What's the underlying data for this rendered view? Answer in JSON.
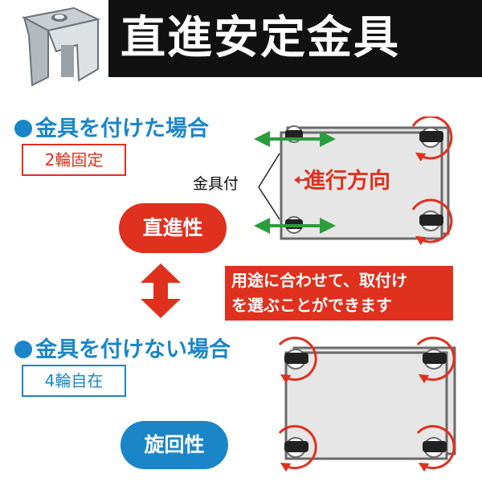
{
  "header": {
    "title": "直進安定金具"
  },
  "with_bracket": {
    "heading": "金具を付けた場合",
    "badge": "2輪固定",
    "pill": "直進性",
    "bracket_label": "金具付",
    "direction_label": "進行方向",
    "direction_arrow_icon": "left-arrow-icon"
  },
  "note": {
    "line1": "用途に合わせて、取付け",
    "line2": "を選ぶことができます"
  },
  "without_bracket": {
    "heading": "金具を付けない場合",
    "badge": "4輪自在",
    "pill": "旋回性"
  },
  "colors": {
    "accent_red": "#e0301e",
    "accent_blue": "#1a86c8",
    "arrow_green": "#2a9d3c",
    "header_black": "#111111"
  }
}
